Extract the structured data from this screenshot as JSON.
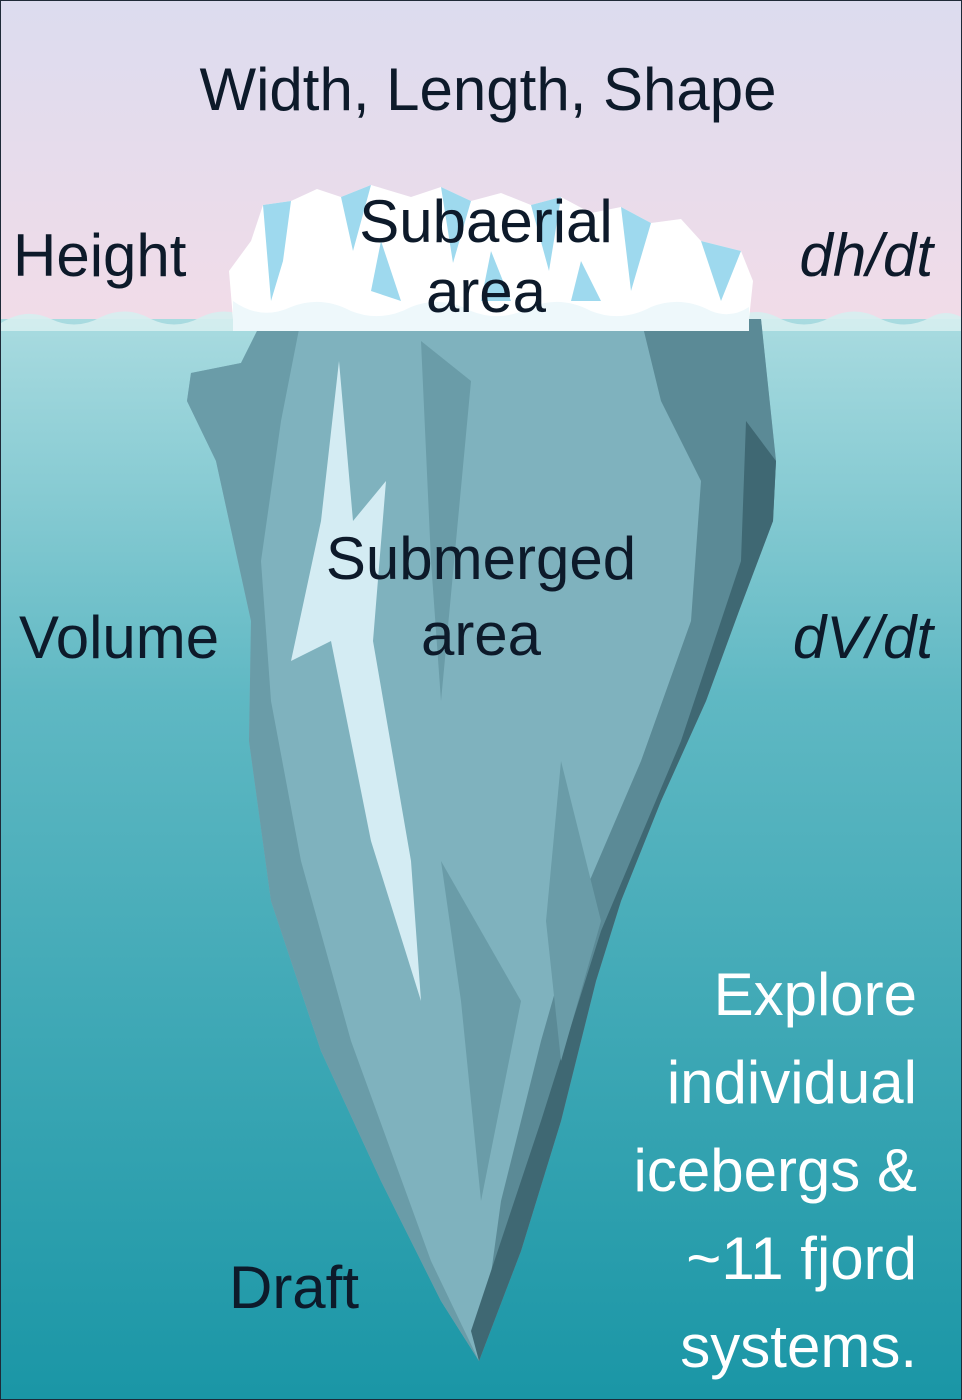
{
  "diagram": {
    "top_label": "Width, Length, Shape",
    "subaerial_label": [
      "Subaerial",
      "area"
    ],
    "submerged_label": [
      "Submerged",
      "area"
    ],
    "left_labels": {
      "height": "Height",
      "volume": "Volume"
    },
    "right_labels": {
      "height_rate": "dh/dt",
      "volume_rate": "dV/dt"
    },
    "bottom_label": "Draft",
    "explore_text": [
      "Explore",
      "individual",
      "icebergs &",
      "~11 fjord",
      "systems."
    ]
  },
  "colors": {
    "sky_top": "#dcdcef",
    "sky_bottom": "#f2dce8",
    "water_top": "#a9dbe0",
    "water_bottom": "#1a96a6",
    "ice_above": "#ffffff",
    "ice_highlight": "#9ed9ee",
    "ice_body": "#7fb2be",
    "ice_shadow": "#5b8a96",
    "ice_dark": "#3f6873",
    "ice_light": "#d4ecf3",
    "text_dark": "#0d1a2a",
    "text_light": "#ffffff"
  }
}
